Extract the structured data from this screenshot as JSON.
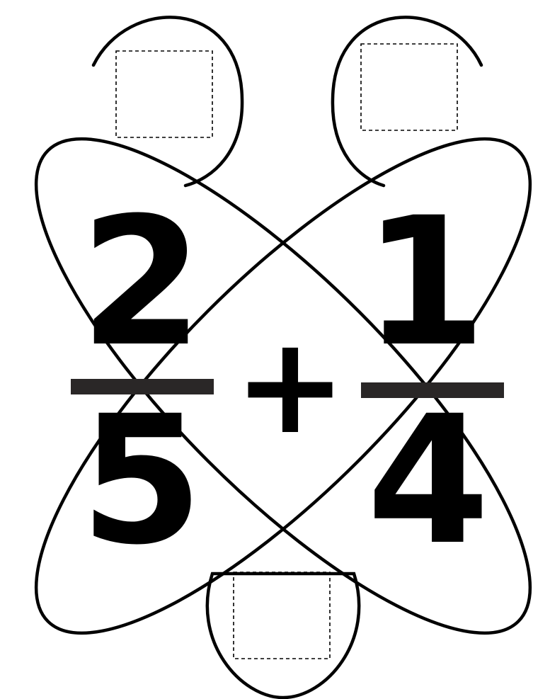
{
  "problem": {
    "fraction_left": {
      "numerator": "2",
      "denominator": "5"
    },
    "operator": "+",
    "fraction_right": {
      "numerator": "1",
      "denominator": "4"
    }
  },
  "answer_boxes": {
    "count": 3,
    "filled": false
  },
  "colors": {
    "ink": "#000000",
    "fraction_bar": "#2a2727",
    "background": "#ffffff"
  }
}
